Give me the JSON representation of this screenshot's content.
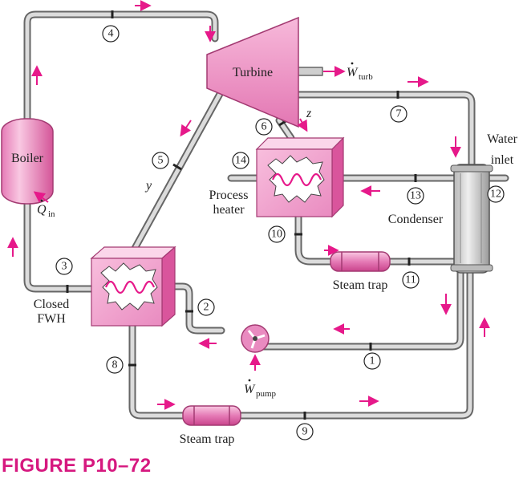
{
  "figure": {
    "caption": "FIGURE P10–72",
    "colors": {
      "accent": "#e6198a",
      "component_fill": "#f4a6cf",
      "component_dark": "#d9559c",
      "pipe_fill": "#d6d6d6",
      "pipe_edge": "#666666",
      "caption": "#d6187f"
    }
  },
  "components": {
    "turbine": "Turbine",
    "boiler": "Boiler",
    "closed_fwh_line1": "Closed",
    "closed_fwh_line2": "FWH",
    "process_heater_line1": "Process",
    "process_heater_line2": "heater",
    "condenser": "Condenser",
    "water_inlet_line1": "Water",
    "water_inlet_line2": "inlet",
    "steam_trap_upper": "Steam trap",
    "steam_trap_lower": "Steam trap"
  },
  "quantities": {
    "w_turb_main": "W",
    "w_turb_sub": "turb",
    "w_pump_main": "W",
    "w_pump_sub": "pump",
    "q_in_main": "Q",
    "q_in_sub": "in"
  },
  "fractions": {
    "y": "y",
    "z": "z"
  },
  "states": [
    "1",
    "2",
    "3",
    "4",
    "5",
    "6",
    "7",
    "8",
    "9",
    "10",
    "11",
    "12",
    "13",
    "14"
  ]
}
